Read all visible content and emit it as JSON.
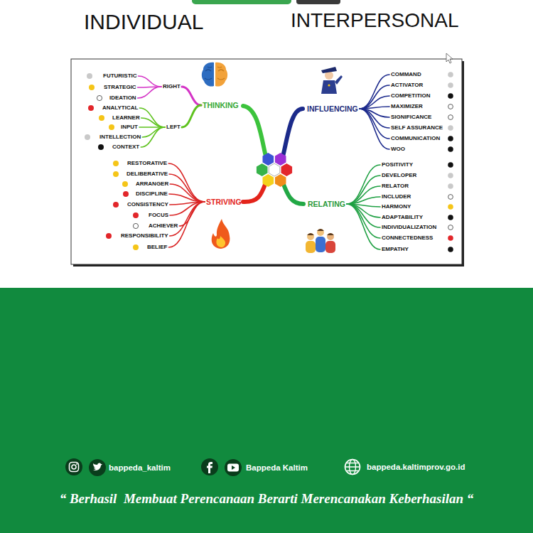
{
  "diagram": {
    "nodes": [
      {
        "text": [
          "THINKING"
        ]
      },
      {
        "text": [
          "RIGHT"
        ]
      },
      {
        "text": [
          "FUTURISTIC"
        ]
      },
      {
        "text": [
          "STRATEGIC"
        ]
      },
      {
        "text": [
          "IDEATION"
        ]
      },
      {
        "text": [
          "LEFT"
        ]
      },
      {
        "text": [
          "ANALYTICAL"
        ]
      },
      {
        "text": [
          "LEARNER"
        ]
      },
      {
        "text": [
          "INPUT"
        ]
      },
      {
        "text": [
          "INTELLECTION"
        ]
      },
      {
        "text": [
          "CONTEXT"
        ]
      },
      {
        "text": [
          "STRIVING"
        ]
      },
      {
        "text": [
          "RESTORATIVE"
        ]
      },
      {
        "text": [
          "DELIBERATIVE"
        ]
      },
      {
        "text": [
          "ARRANGER"
        ]
      },
      {
        "text": [
          "DISCIPLINE"
        ]
      },
      {
        "text": [
          "CONSISTENCY"
        ]
      },
      {
        "text": [
          "FOCUS"
        ]
      },
      {
        "text": [
          "ACHIEVER"
        ]
      },
      {
        "text": [
          "RESPONSIBILITY"
        ]
      },
      {
        "text": [
          "BELIEF"
        ]
      },
      {
        "text": [
          "INFLUENCING"
        ]
      },
      {
        "text": [
          "COMMAND"
        ]
      },
      {
        "text": [
          "ACTIVATOR"
        ]
      },
      {
        "text": [
          "COMPETITION"
        ]
      },
      {
        "text": [
          "MAXIMIZER"
        ]
      },
      {
        "text": [
          "SIGNIFICANCE"
        ]
      },
      {
        "text": [
          "SELF ASSURANCE"
        ]
      },
      {
        "text": [
          "COMMUNICATION"
        ]
      },
      {
        "text": [
          "WOO"
        ]
      },
      {
        "text": [
          "RELATING"
        ]
      },
      {
        "text": [
          "POSITIVITY"
        ]
      },
      {
        "text": [
          "DEVELOPER"
        ]
      },
      {
        "text": [
          "RELATOR"
        ]
      },
      {
        "text": [
          "INCLUDER"
        ]
      },
      {
        "text": [
          "HARMONY"
        ]
      },
      {
        "text": [
          "ADAPTABILITY"
        ]
      },
      {
        "text": [
          "INDIVIDUALIZATION"
        ]
      },
      {
        "text": [
          "CONNECTEDNESS"
        ]
      },
      {
        "text": [
          "EMPATHY"
        ]
      }
    ],
    "edges": [
      {
        "from": 0,
        "to": 1,
        "arrow": "none"
      },
      {
        "from": 0,
        "to": 5,
        "arrow": "none"
      },
      {
        "from": 1,
        "to": 2,
        "arrow": "none"
      },
      {
        "from": 1,
        "to": 3,
        "arrow": "none"
      },
      {
        "from": 1,
        "to": 4,
        "arrow": "none"
      },
      {
        "from": 5,
        "to": 6,
        "arrow": "none"
      },
      {
        "from": 5,
        "to": 7,
        "arrow": "none"
      },
      {
        "from": 5,
        "to": 8,
        "arrow": "none"
      },
      {
        "from": 5,
        "to": 9,
        "arrow": "none"
      },
      {
        "from": 5,
        "to": 10,
        "arrow": "none"
      },
      {
        "from": 11,
        "to": 12,
        "arrow": "none"
      },
      {
        "from": 11,
        "to": 13,
        "arrow": "none"
      },
      {
        "from": 11,
        "to": 14,
        "arrow": "none"
      },
      {
        "from": 11,
        "to": 15,
        "arrow": "none"
      },
      {
        "from": 11,
        "to": 16,
        "arrow": "none"
      },
      {
        "from": 11,
        "to": 17,
        "arrow": "none"
      },
      {
        "from": 11,
        "to": 18,
        "arrow": "none"
      },
      {
        "from": 11,
        "to": 19,
        "arrow": "none"
      },
      {
        "from": 11,
        "to": 20,
        "arrow": "none"
      },
      {
        "from": 21,
        "to": 22,
        "arrow": "none"
      },
      {
        "from": 21,
        "to": 23,
        "arrow": "none"
      },
      {
        "from": 21,
        "to": 24,
        "arrow": "none"
      },
      {
        "from": 21,
        "to": 25,
        "arrow": "none"
      },
      {
        "from": 21,
        "to": 26,
        "arrow": "none"
      },
      {
        "from": 21,
        "to": 27,
        "arrow": "none"
      },
      {
        "from": 21,
        "to": 28,
        "arrow": "none"
      },
      {
        "from": 21,
        "to": 29,
        "arrow": "none"
      },
      {
        "from": 30,
        "to": 31,
        "arrow": "none"
      },
      {
        "from": 30,
        "to": 32,
        "arrow": "none"
      },
      {
        "from": 30,
        "to": 33,
        "arrow": "none"
      },
      {
        "from": 30,
        "to": 34,
        "arrow": "none"
      },
      {
        "from": 30,
        "to": 35,
        "arrow": "none"
      },
      {
        "from": 30,
        "to": 36,
        "arrow": "none"
      },
      {
        "from": 30,
        "to": 37,
        "arrow": "none"
      },
      {
        "from": 30,
        "to": 38,
        "arrow": "none"
      },
      {
        "from": 30,
        "to": 39,
        "arrow": "none"
      }
    ],
    "labels": [
      "INDIVIDUAL",
      "INTERPERSONAL",
      "bappeda_kaltim",
      "Bappeda Kaltim",
      "bappeda.kaltimprov.go.id",
      "“ Berhasil  Membuat Perencanaan Berarti Merencanakan Keberhasilan “"
    ]
  }
}
